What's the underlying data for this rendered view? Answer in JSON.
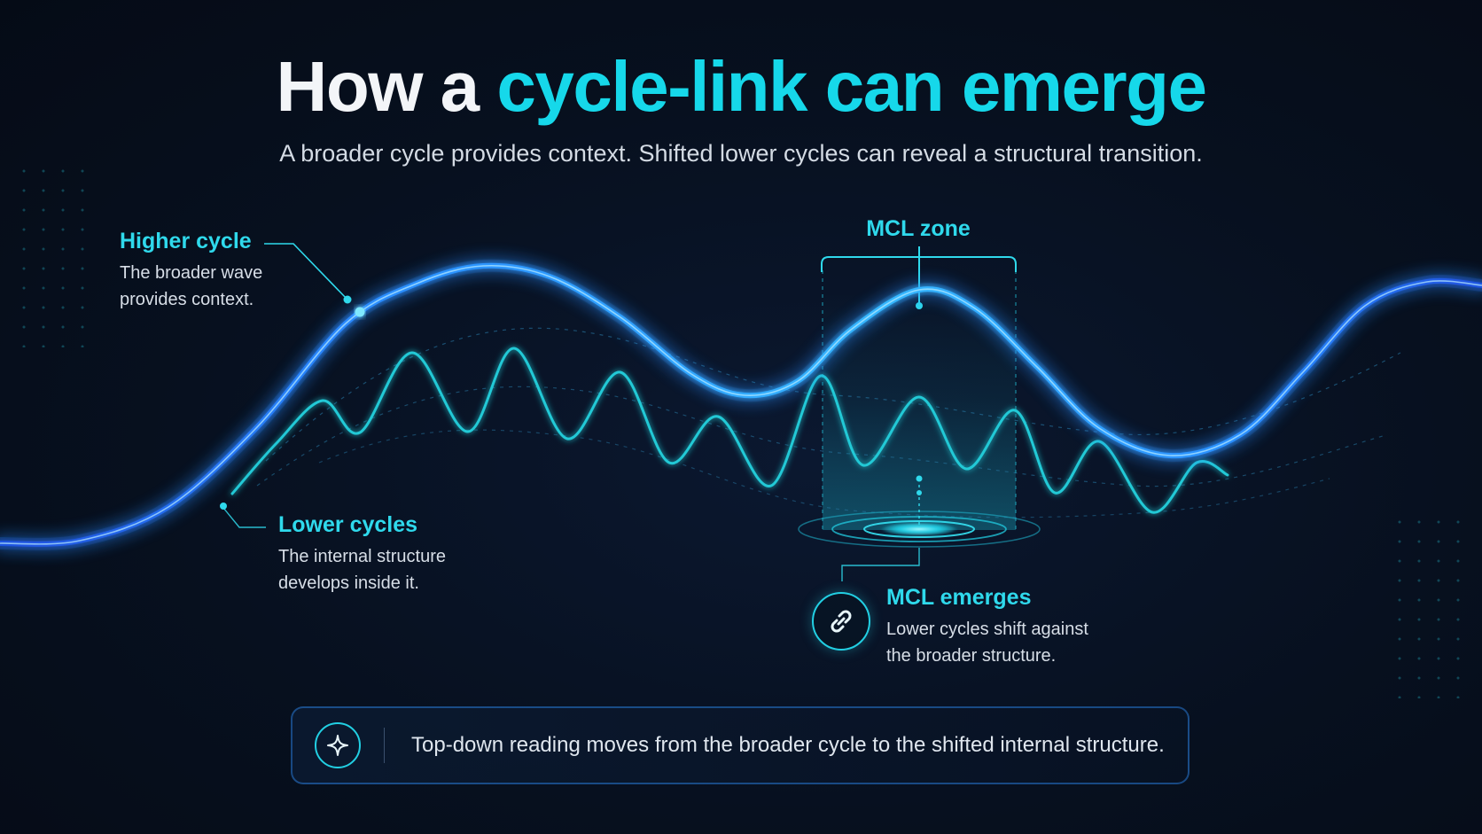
{
  "title": {
    "lead": "How a",
    "accent": "cycle-link can emerge"
  },
  "subtitle": "A broader cycle provides context. Shifted lower cycles can reveal a structural transition.",
  "higher_cycle": {
    "heading": "Higher cycle",
    "lines": [
      "The broader wave",
      "provides context."
    ]
  },
  "lower_cycles": {
    "heading": "Lower cycles",
    "lines": [
      "The internal structure",
      "develops inside it."
    ]
  },
  "mcl_zone": {
    "label": "MCL zone"
  },
  "mcl_emerges": {
    "heading": "MCL emerges",
    "lines": [
      "Lower cycles shift against",
      "the broader structure."
    ]
  },
  "footer": {
    "text": "Top-down reading moves from the broader cycle to the shifted internal structure."
  },
  "icons": {
    "link": "link-icon",
    "footer": "sparkle-icon"
  },
  "colors": {
    "accent": "#16d8ea",
    "higher_wave": "#2a8cff",
    "lower_wave": "#22c9d6",
    "background": "#07101f"
  }
}
